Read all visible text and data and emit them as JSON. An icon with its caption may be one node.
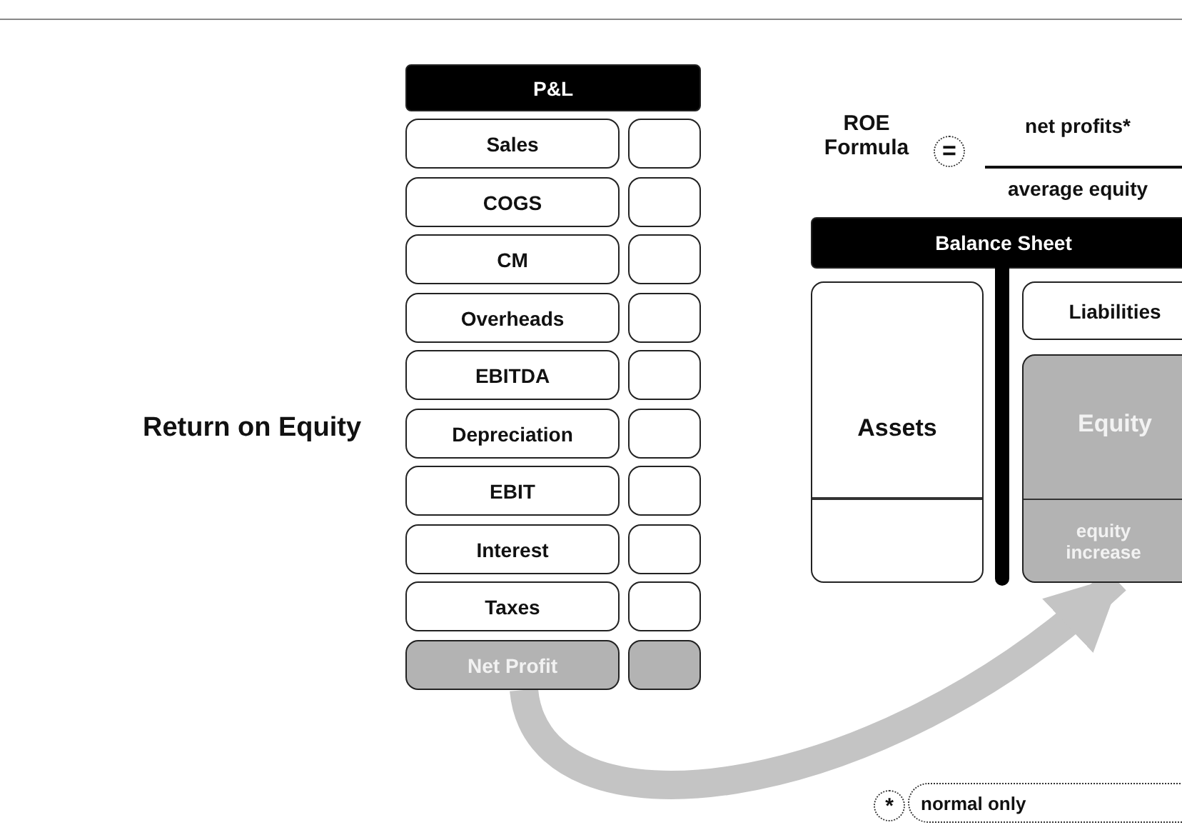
{
  "diagram": {
    "title": "Return on Equity",
    "nodes": [
      {
        "text": [
          "P&L"
        ]
      },
      {
        "text": [
          "Sales"
        ]
      },
      {
        "text": [],
        "shape": "box"
      },
      {
        "text": [
          "COGS"
        ]
      },
      {
        "text": [],
        "shape": "box"
      },
      {
        "text": [
          "CM"
        ]
      },
      {
        "text": [],
        "shape": "box"
      },
      {
        "text": [
          "Overheads"
        ]
      },
      {
        "text": [],
        "shape": "box"
      },
      {
        "text": [
          "EBITDA"
        ]
      },
      {
        "text": [],
        "shape": "box"
      },
      {
        "text": [
          "Depreciation"
        ]
      },
      {
        "text": [],
        "shape": "box"
      },
      {
        "text": [
          "EBIT"
        ]
      },
      {
        "text": [],
        "shape": "box"
      },
      {
        "text": [
          "Interest"
        ]
      },
      {
        "text": [],
        "shape": "box"
      },
      {
        "text": [
          "Taxes"
        ]
      },
      {
        "text": [],
        "shape": "box"
      },
      {
        "text": [
          "Net Profit"
        ]
      },
      {
        "text": [],
        "shape": "box"
      },
      {
        "text": [
          "Balance Sheet"
        ]
      },
      {
        "text": [
          "Assets"
        ]
      },
      {
        "text": [
          "Liabilities"
        ]
      },
      {
        "text": [
          "Equity"
        ]
      },
      {
        "text": [
          "equity increase"
        ],
        "in": 24
      }
    ],
    "edges": [
      {
        "from": 19,
        "to": 25,
        "arrow": "to"
      }
    ],
    "labels": [
      "ROE Formula",
      "=",
      "net profits*",
      "average equity",
      "*",
      "normal only"
    ]
  }
}
